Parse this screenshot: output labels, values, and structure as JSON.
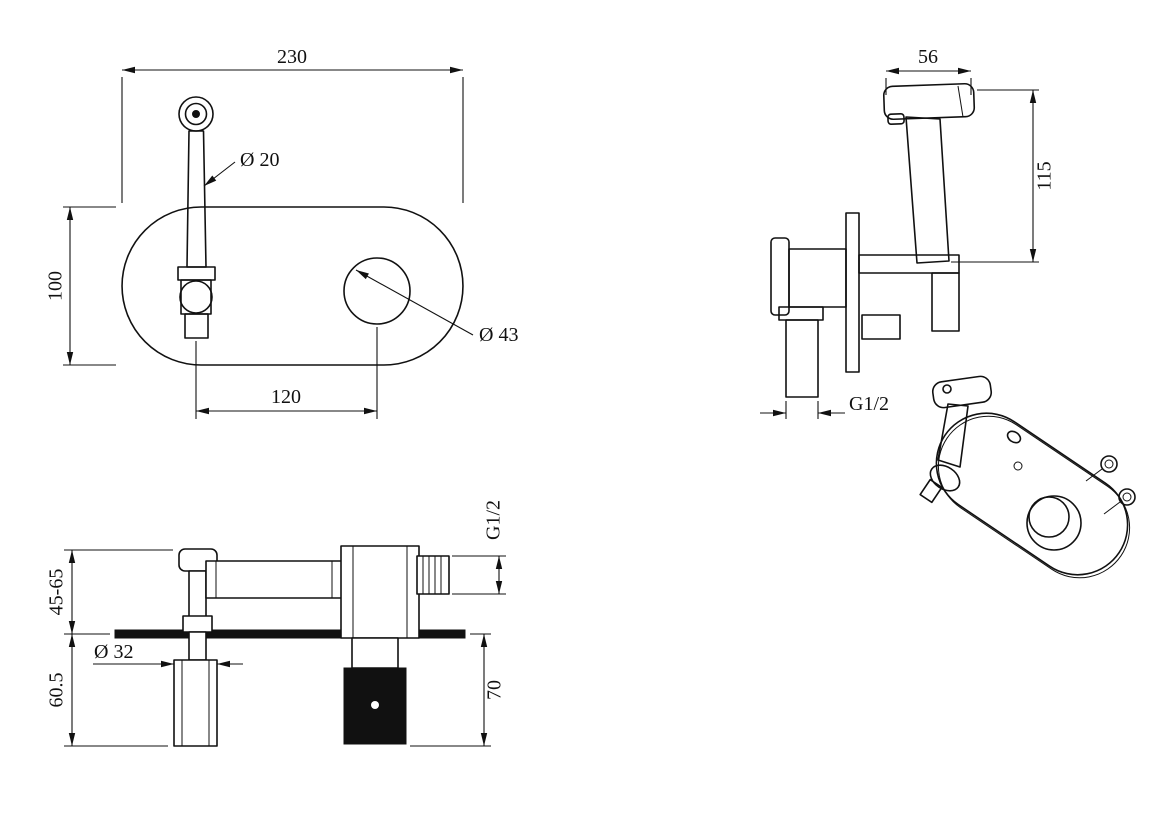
{
  "views": {
    "front": {
      "dims": {
        "plate_width": "230",
        "spout_diameter": "Ø 20",
        "plate_height": "100",
        "hole_diameter": "Ø 43",
        "center_spacing": "120"
      }
    },
    "side": {
      "dims": {
        "head_width": "56",
        "overall_height": "115",
        "inlet_thread": "G1/2"
      }
    },
    "installation": {
      "dims": {
        "outlet_thread": "G1/2",
        "wall_depth_range": "45-65",
        "below_wall_depth": "60.5",
        "pipe_diameter": "Ø 32",
        "body_depth": "70"
      }
    },
    "colors": {
      "line": "#111111",
      "background": "#ffffff"
    }
  }
}
